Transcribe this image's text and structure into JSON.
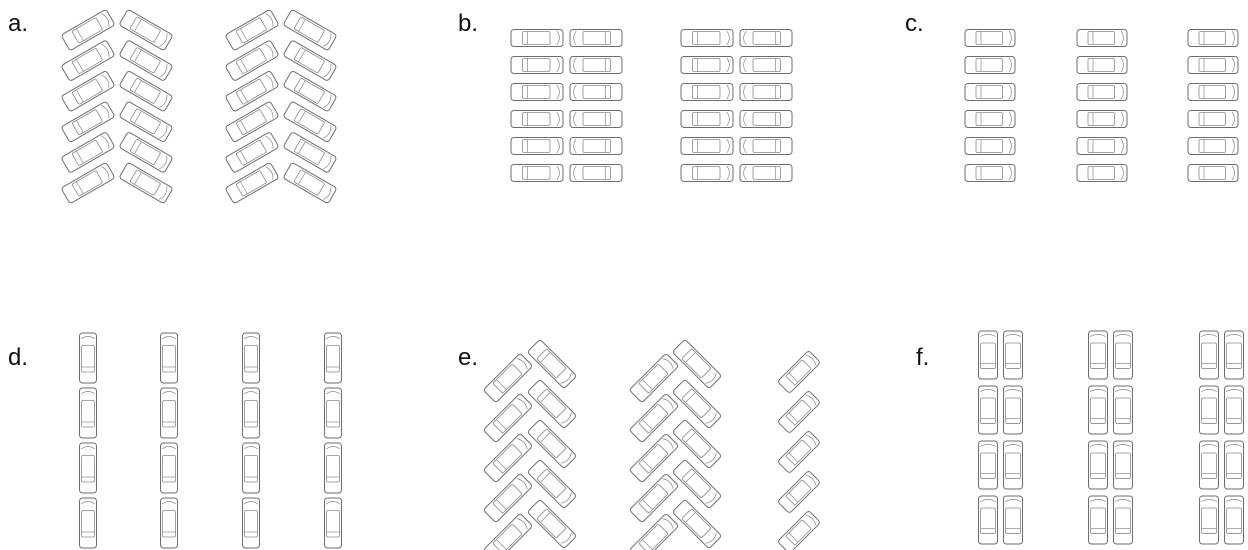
{
  "figure": {
    "panels": [
      {
        "id": "a",
        "label": "a.",
        "layout": "angled-herringbone",
        "angle_deg": 30,
        "bays": 2,
        "rows_per_side": 6,
        "cars": 24
      },
      {
        "id": "b",
        "label": "b.",
        "layout": "perpendicular-double-rows",
        "angle_deg": 90,
        "bays": 2,
        "rows_per_side": 6,
        "cars": 24
      },
      {
        "id": "c",
        "label": "c.",
        "layout": "perpendicular-single-rows",
        "angle_deg": 90,
        "bays": 3,
        "rows_per_side": 6,
        "cars": 18
      },
      {
        "id": "d",
        "label": "d.",
        "layout": "parallel-single-columns",
        "angle_deg": 0,
        "bays": 4,
        "rows_per_side": 4,
        "cars": 16
      },
      {
        "id": "e",
        "label": "e.",
        "layout": "angled-herringbone",
        "angle_deg": 45,
        "bays": 3,
        "rows_per_side": 5,
        "cars": 25
      },
      {
        "id": "f",
        "label": "f.",
        "layout": "parallel-double-columns",
        "angle_deg": 0,
        "bays": 3,
        "rows_per_side": 4,
        "cars": 24
      }
    ],
    "colors": {
      "car_outline": "#6e6e6e",
      "car_detail": "#8a8a8a",
      "label": "#111111",
      "background": "#ffffff"
    }
  }
}
